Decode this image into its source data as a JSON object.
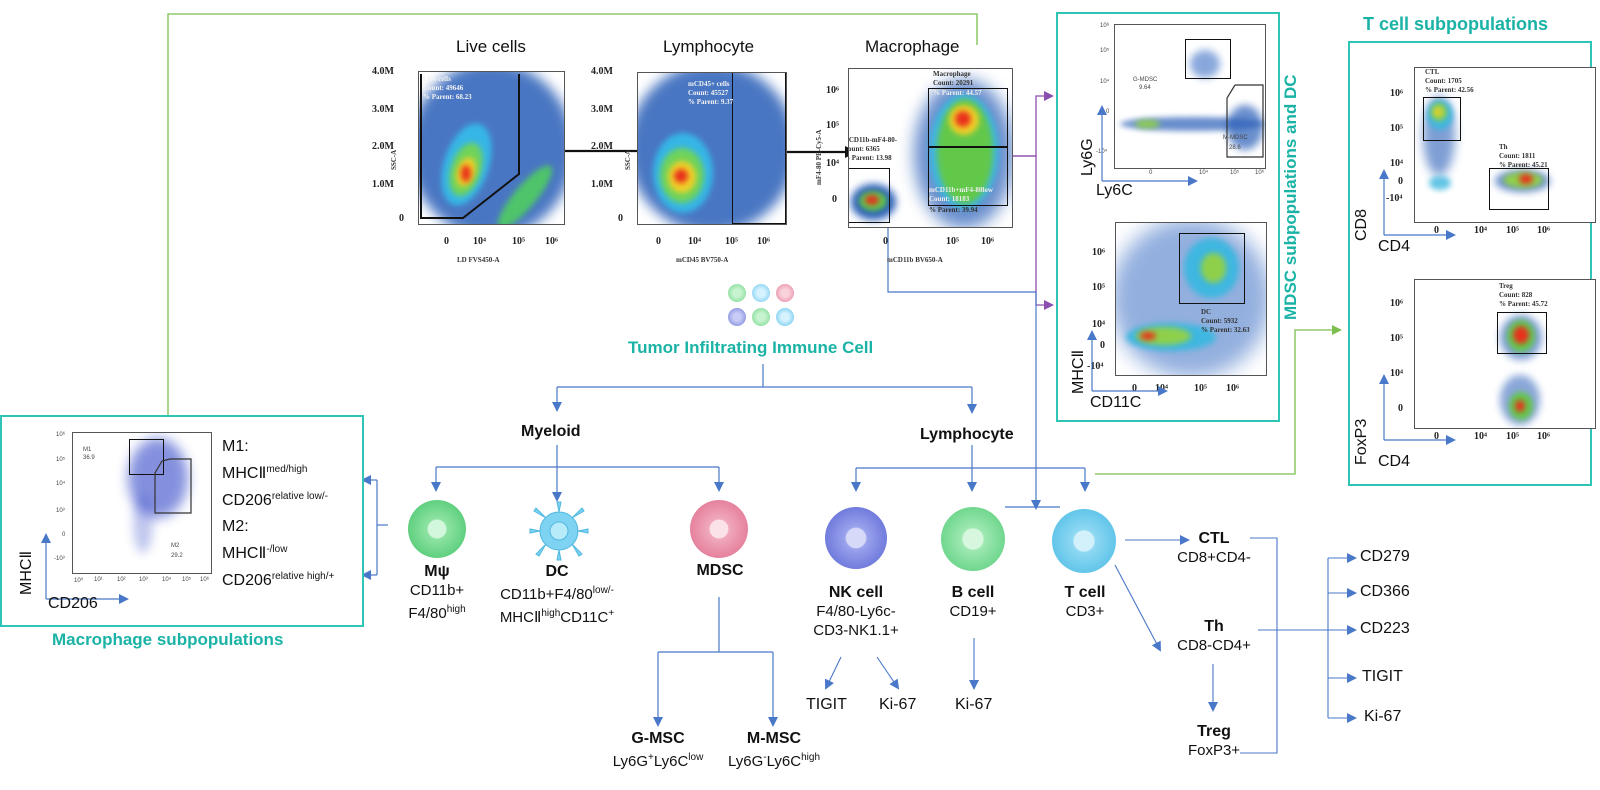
{
  "figure_title": "Tumor Infiltrating Immune Cell",
  "gating": {
    "live_cells": {
      "title": "Live cells",
      "gate_label": "Live cells",
      "count": "Count: 49646",
      "parent": "% Parent: 68.23",
      "y_ticks": [
        "4.0M",
        "3.0M",
        "2.0M",
        "1.0M",
        "0"
      ],
      "x_ticks": [
        "0",
        "10⁴",
        "10⁵",
        "10⁶"
      ],
      "x_label": "LD FVS450-A",
      "y_label": "SSC-A"
    },
    "lymphocyte": {
      "title": "Lymphocyte",
      "gate_label": "mCD45+ cells",
      "count": "Count: 45527",
      "parent": "% Parent: 9.37",
      "y_ticks": [
        "4.0M",
        "3.0M",
        "2.0M",
        "1.0M",
        "0"
      ],
      "x_ticks": [
        "0",
        "10⁴",
        "10⁵",
        "10⁶"
      ],
      "x_label": "mCD45 BV750-A",
      "y_label": "SSC-A"
    },
    "macrophage": {
      "title": "Macrophage",
      "gate_top_label": "Macrophage",
      "gate_top_count": "Count: 20291",
      "gate_top_parent": "% Parent: 44.57",
      "gate_left_label": "mCD11b-mF4-80-",
      "gate_left_count": "Count: 6365",
      "gate_left_parent": "% Parent: 13.98",
      "gate_bottom_label": "mCD11b+mF4-80low",
      "gate_bottom_count": "Count: 18183",
      "gate_bottom_parent": "% Parent: 39.94",
      "y_ticks": [
        "10⁶",
        "10⁵",
        "10⁴",
        "0"
      ],
      "x_ticks": [
        "0",
        "10⁵",
        "10⁶"
      ],
      "x_label": "mCD11b BV650-A",
      "y_label": "mF4-80 PE-Cy5-A"
    }
  },
  "mdsc_dc_panel": {
    "side_title": "MDSC subpopulations and DC",
    "mdsc_plot": {
      "y_axis": "Ly6G",
      "x_axis": "Ly6C",
      "y_ticks": [
        "10⁶",
        "10⁵",
        "10⁴",
        "0",
        "-10⁴"
      ],
      "x_ticks": [
        "0",
        "10⁴",
        "10⁵",
        "10⁶"
      ],
      "gate1_name": "G-MDSC",
      "gate1_value": "9.64",
      "gate2_name": "M-MDSC",
      "gate2_value": "28.6"
    },
    "dc_plot": {
      "y_axis": "MHCⅡ",
      "x_axis": "CD11C",
      "y_ticks": [
        "10⁶",
        "10⁵",
        "10⁴",
        "0",
        "-10⁴"
      ],
      "x_ticks": [
        "0",
        "10⁴",
        "10⁵",
        "10⁶"
      ],
      "gate_label": "DC",
      "count": "Count: 5932",
      "parent": "% Parent: 32.63"
    }
  },
  "tcell_panel": {
    "title": "T cell subpopulations",
    "cd8_plot": {
      "y_axis": "CD8",
      "x_axis": "CD4",
      "y_ticks": [
        "10⁶",
        "10⁵",
        "10⁴",
        "0",
        "-10⁴"
      ],
      "x_ticks": [
        "0",
        "10⁴",
        "10⁵",
        "10⁶"
      ],
      "ctl_label": "CTL",
      "ctl_count": "Count: 1705",
      "ctl_parent": "% Parent: 42.56",
      "th_label": "Th",
      "th_count": "Count: 1811",
      "th_parent": "% Parent: 45.21"
    },
    "foxp3_plot": {
      "y_axis": "FoxP3",
      "x_axis": "CD4",
      "y_ticks": [
        "10⁶",
        "10⁵",
        "10⁴",
        "0"
      ],
      "x_ticks": [
        "0",
        "10⁴",
        "10⁵",
        "10⁶"
      ],
      "treg_label": "Treg",
      "treg_count": "Count: 828",
      "treg_parent": "% Parent: 45.72"
    }
  },
  "macrophage_panel": {
    "caption": "Macrophage subpopulations",
    "y_axis": "MHCⅡ",
    "x_axis": "CD206",
    "y_ticks": [
      "10⁶",
      "10⁵",
      "10⁴",
      "10³",
      "0",
      "-10³"
    ],
    "x_ticks": [
      "10⁰",
      "10¹",
      "10²",
      "10³",
      "10⁴",
      "10⁵",
      "10⁶"
    ],
    "m1_gate": "M1",
    "m1_value": "36.9",
    "m2_gate": "M2",
    "m2_value": "29.2",
    "m1_title": "M1:",
    "m1_line1": "MHCⅡ",
    "m1_line1_sup": "med/high",
    "m1_line2": "CD206",
    "m1_line2_sup": "relative low/-",
    "m2_title": "M2:",
    "m2_line1": "MHCⅡ",
    "m2_line1_sup": "-/low",
    "m2_line2": "CD206",
    "m2_line2_sup": "relative high/+"
  },
  "tree": {
    "myeloid": "Myeloid",
    "lymphocyte": "Lymphocyte",
    "mphi": {
      "name": "Mψ",
      "line1": "CD11b+",
      "line2": "F4/80",
      "line2_sup": "high"
    },
    "dc": {
      "name": "DC",
      "line1": "CD11b+F4/80",
      "line1_sup": "low/-",
      "line2a": "MHCⅡ",
      "line2_sup": "high",
      "line2b": "CD11C",
      "line2b_sup": "+"
    },
    "mdsc": {
      "name": "MDSC"
    },
    "g_msc": {
      "name": "G-MSC",
      "a": "Ly6G",
      "a_sup": "+",
      "b": "Ly6C",
      "b_sup": "low"
    },
    "m_msc": {
      "name": "M-MSC",
      "a": "Ly6G",
      "a_sup": "-",
      "b": "Ly6C",
      "b_sup": "high"
    },
    "nk": {
      "name": "NK cell",
      "line1": "F4/80-Ly6c-",
      "line2": "CD3-NK1.1+"
    },
    "b": {
      "name": "B cell",
      "line1": "CD19+"
    },
    "t": {
      "name": "T cell",
      "line1": "CD3+"
    },
    "nk_markers": [
      "TIGIT",
      "Ki-67"
    ],
    "b_markers": [
      "Ki-67"
    ],
    "ctl": {
      "name": "CTL",
      "line1": "CD8+CD4-"
    },
    "th": {
      "name": "Th",
      "line1": "CD8-CD4+"
    },
    "treg": {
      "name": "Treg",
      "line1": "FoxP3+"
    },
    "t_markers": [
      "CD279",
      "CD366",
      "CD223",
      "TIGIT",
      "Ki-67"
    ]
  },
  "colors": {
    "panel_border": "#2ec4b6",
    "arrow_blue": "#4a78c8",
    "arrow_green": "#7cbf4e",
    "arrow_purple": "#8a4fb0",
    "title_teal": "#1ab3a6"
  }
}
